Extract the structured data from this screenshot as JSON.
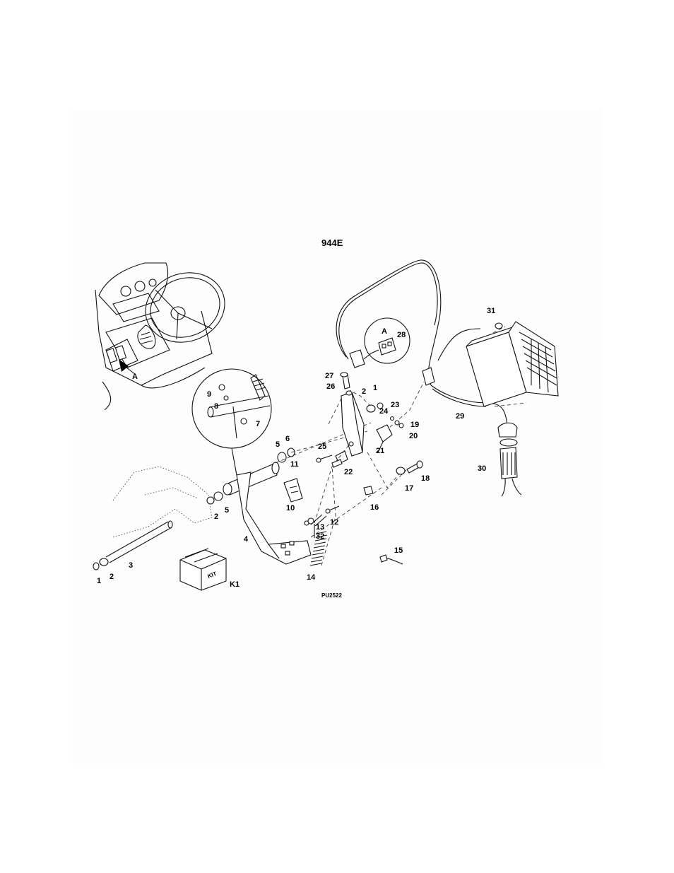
{
  "title": "944E",
  "drawing_code": "PU2522",
  "detail_label": "A",
  "kit_box_text": "KIT",
  "callouts": {
    "c1a": "1",
    "c2a": "2",
    "c3": "3",
    "c4": "4",
    "c5a": "5",
    "c5b": "5",
    "c6": "6",
    "c7": "7",
    "c8": "8",
    "c9": "9",
    "c10": "10",
    "c11": "11",
    "c12": "12",
    "c13": "13",
    "c32": "32",
    "c14": "14",
    "c15": "15",
    "c16": "16",
    "c17": "17",
    "c18": "18",
    "c19": "19",
    "c20": "20",
    "c21": "21",
    "c22": "22",
    "c23": "23",
    "c24": "24",
    "c25": "25",
    "c26": "26",
    "c27": "27",
    "c2b": "2",
    "c1b": "1",
    "c28": "28",
    "c29": "29",
    "c30": "30",
    "c31": "31",
    "cK1": "K1",
    "cA": "A"
  }
}
